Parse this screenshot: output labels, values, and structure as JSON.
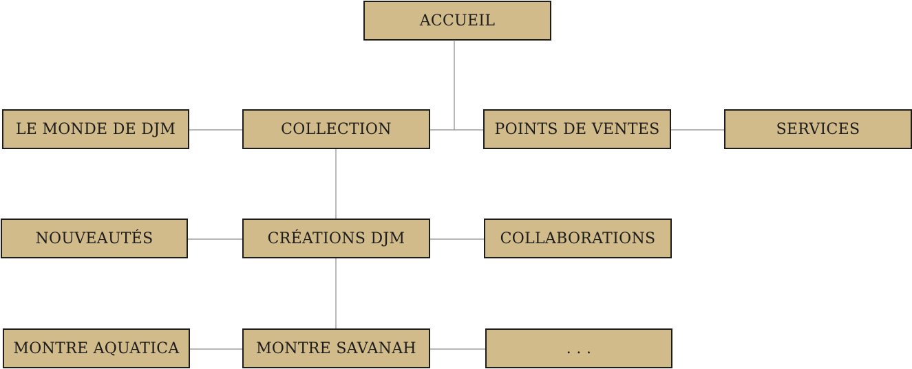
{
  "nodes": {
    "accueil": "ACCUEIL",
    "monde": "LE MONDE DE DJM",
    "collection": "COLLECTION",
    "points": "POINTS DE VENTES",
    "services": "SERVICES",
    "nouveautes": "NOUVEAUTÉS",
    "creations": "CRÉATIONS DJM",
    "collaborations": "COLLABORATIONS",
    "aquatica": "MONTRE AQUATICA",
    "savanah": "MONTRE SAVANAH",
    "more": ". . ."
  },
  "colors": {
    "box_fill": "#d2bb8a",
    "box_border": "#1c1c1c",
    "connector": "#8a8a8a"
  }
}
